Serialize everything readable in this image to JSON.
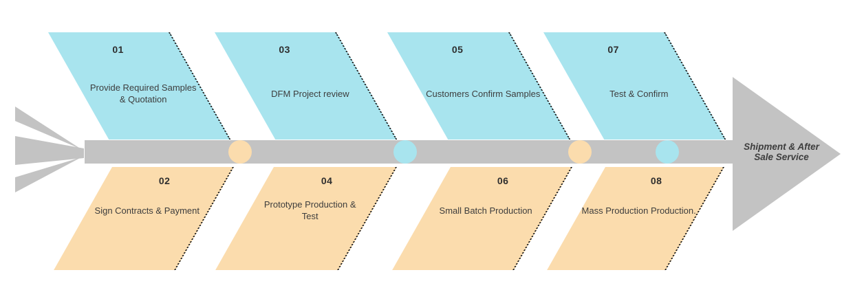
{
  "palette": {
    "cyan": "#a8e4ee",
    "orange": "#fbdcad",
    "gray": "#c3c3c3",
    "dark_text": "#3d3d3d"
  },
  "steps": [
    {
      "number": "01",
      "label": "Provide Required Samples\n& Quotation"
    },
    {
      "number": "02",
      "label": "Sign Contracts & Payment"
    },
    {
      "number": "03",
      "label": "DFM Project review"
    },
    {
      "number": "04",
      "label": "Prototype Production &\nTest"
    },
    {
      "number": "05",
      "label": "Customers Confirm Samples"
    },
    {
      "number": "06",
      "label": "Small Batch Production"
    },
    {
      "number": "07",
      "label": "Test & Confirm"
    },
    {
      "number": "08",
      "label": "Mass Production Production."
    }
  ],
  "endpoint": {
    "label": "Shipment & After\nSale Service"
  },
  "markers": [
    {
      "color_name": "orange"
    },
    {
      "color_name": "cyan"
    },
    {
      "color_name": "orange"
    },
    {
      "color_name": "cyan"
    }
  ]
}
